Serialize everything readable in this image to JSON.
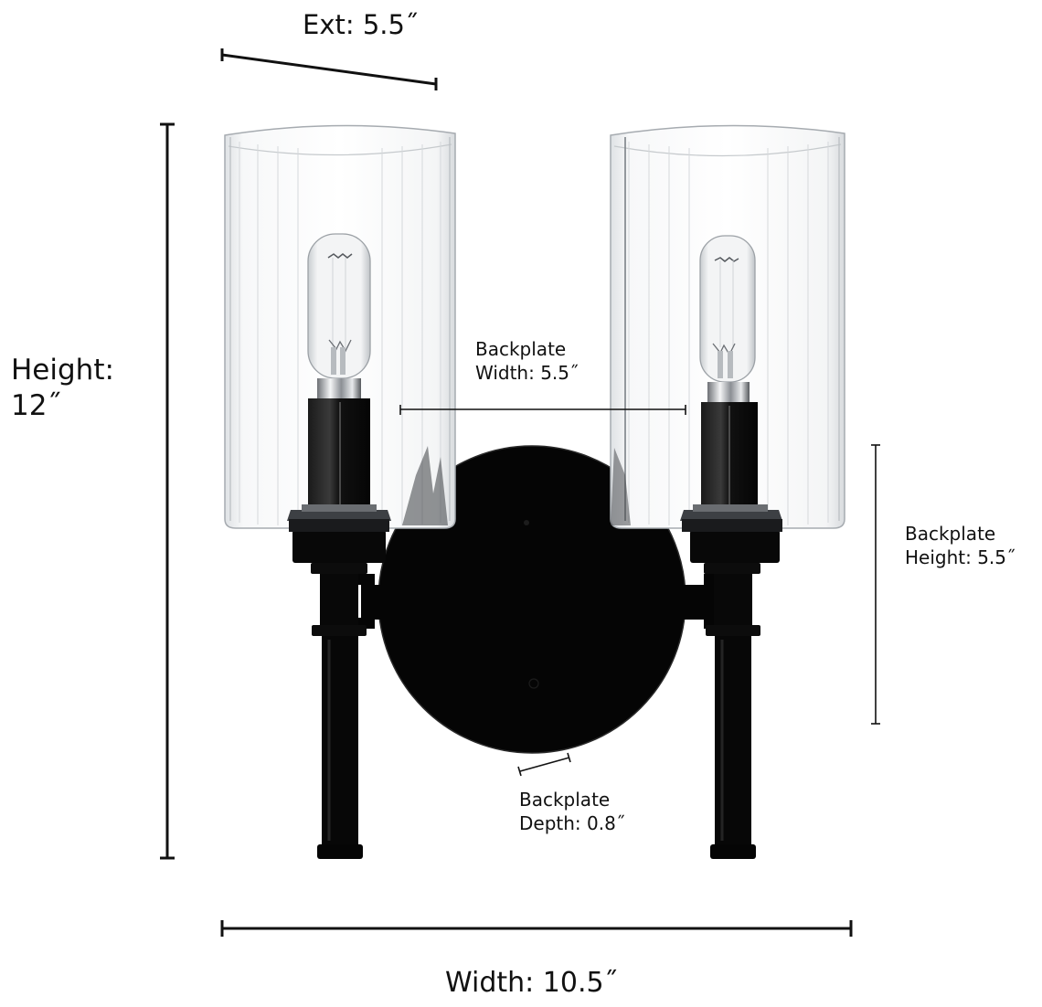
{
  "diagram": {
    "subject": "Two-light wall sconce with fluted clear glass shades and round black backplate",
    "colors": {
      "background": "#ffffff",
      "line": "#111111",
      "metal_finish": "#0a0a0a",
      "glass": "#e9ecef",
      "glass_edge": "#9aa0a6",
      "chrome": "#c9ccd0"
    },
    "dimensions": {
      "extension": {
        "label": "Ext: 5.5˝",
        "value": 5.5,
        "unit": "in"
      },
      "height": {
        "label_line1": "Height:",
        "label_line2": "12˝",
        "value": 12,
        "unit": "in"
      },
      "backplate_width": {
        "label_line1": "Backplate",
        "label_line2": "Width: 5.5˝",
        "value": 5.5,
        "unit": "in"
      },
      "backplate_height": {
        "label_line1": "Backplate",
        "label_line2": "Height: 5.5˝",
        "value": 5.5,
        "unit": "in"
      },
      "backplate_depth": {
        "label_line1": "Backplate",
        "label_line2": "Depth: 0.8˝",
        "value": 0.8,
        "unit": "in"
      },
      "width": {
        "label": "Width: 10.5˝",
        "value": 10.5,
        "unit": "in"
      }
    }
  }
}
